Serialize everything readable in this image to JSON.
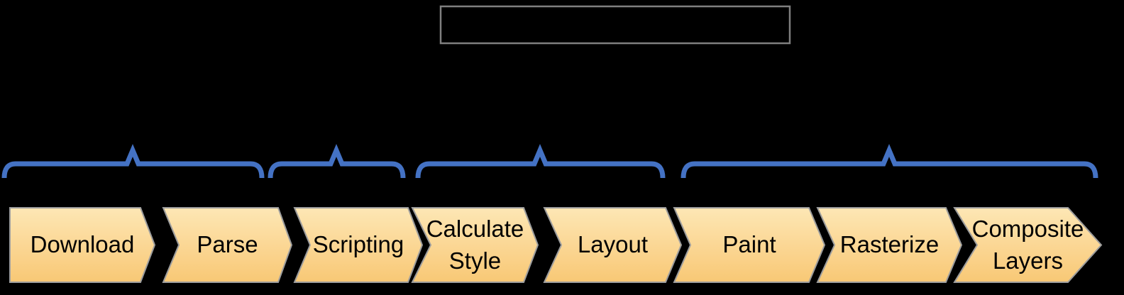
{
  "colors": {
    "background": "#000000",
    "brace": "#4472C4",
    "box_border": "#7F7F7F",
    "chevron_border": "#9D9D9D",
    "chevron_top": "#FDE7B5",
    "chevron_mid": "#FBD795",
    "chevron_bottom": "#F8C875",
    "label_text": "#000000"
  },
  "pipeline": {
    "stages": [
      {
        "label": "Download"
      },
      {
        "label": "Parse"
      },
      {
        "label": "Scripting"
      },
      {
        "label": "Calculate\nStyle"
      },
      {
        "label": "Layout"
      },
      {
        "label": "Paint"
      },
      {
        "label": "Rasterize"
      },
      {
        "label": "Composite\nLayers"
      }
    ]
  },
  "groups": [
    {
      "covers_stages": [
        "Download",
        "Parse"
      ]
    },
    {
      "covers_stages": [
        "Scripting"
      ]
    },
    {
      "covers_stages": [
        "Calculate Style",
        "Layout"
      ]
    },
    {
      "covers_stages": [
        "Paint",
        "Rasterize",
        "Composite Layers"
      ]
    }
  ]
}
